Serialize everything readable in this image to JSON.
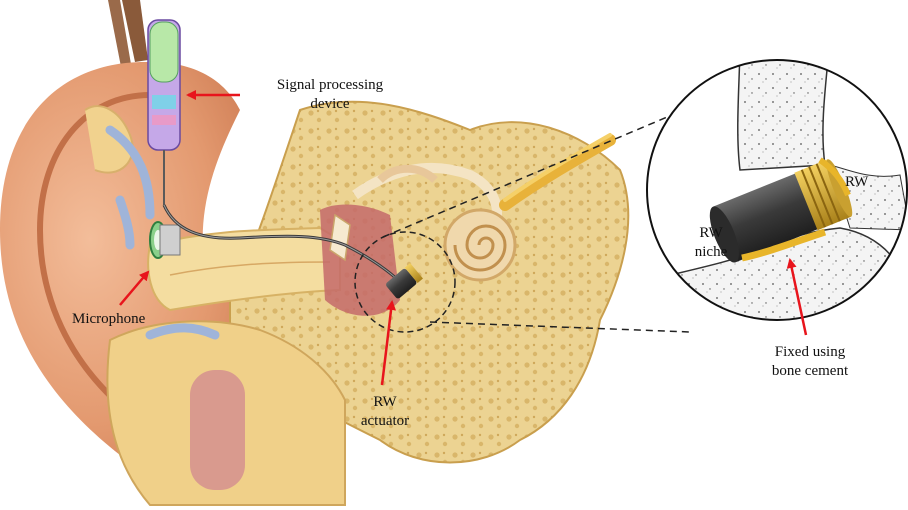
{
  "labels": {
    "signal_processing_line1": "Signal processing",
    "signal_processing_line2": "device",
    "microphone": "Microphone",
    "rw_actuator_line1": "RW",
    "rw_actuator_line2": "actuator",
    "rw_niche_line1": "RW",
    "rw_niche_line2": "niche",
    "rw": "RW",
    "fixed_line1": "Fixed using",
    "fixed_line2": "bone cement"
  },
  "colors": {
    "arrow": "#e8141c",
    "skin": "#e5a07d",
    "bone": "#e9cf8a",
    "canal_wall": "#f3dc9a",
    "actuator_body": "#4a4a4a",
    "actuator_band": "#e0b530",
    "nerve": "#e8b23a",
    "device_body": "#c5a8e8"
  }
}
